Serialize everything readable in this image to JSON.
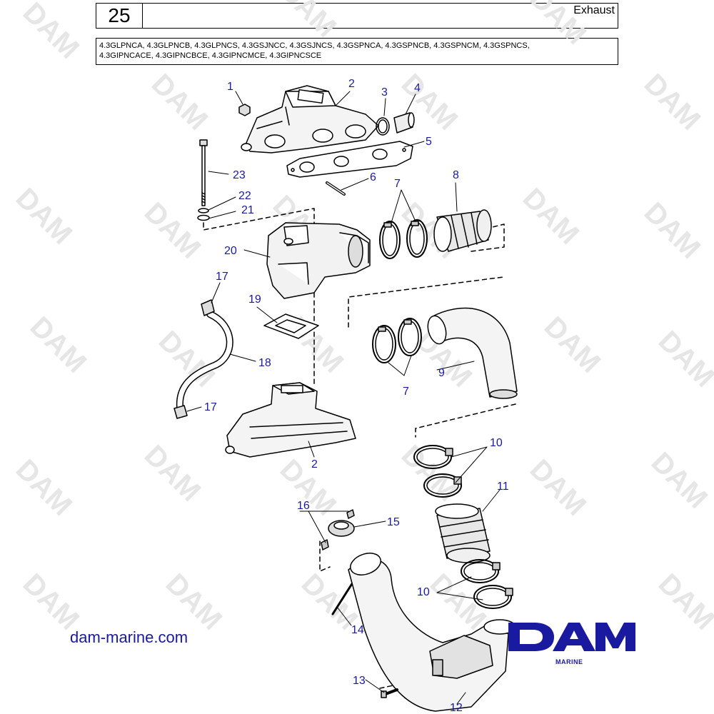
{
  "header": {
    "page_number": "25",
    "title": "Exhaust",
    "models_line1": "4.3GLPNCA, 4.3GLPNCB, 4.3GLPNCS, 4.3GSJNCC, 4.3GSJNCS, 4.3GSPNCA, 4.3GSPNCB, 4.3GSPNCM, 4.3GSPNCS,",
    "models_line2": "4.3GIPNCACE, 4.3GIPNCBCE, 4.3GIPNCMCE, 4.3GIPNCSCE"
  },
  "callouts": {
    "c1": "1",
    "c2a": "2",
    "c2b": "2",
    "c3": "3",
    "c4": "4",
    "c5": "5",
    "c6": "6",
    "c7a": "7",
    "c7b": "7",
    "c8": "8",
    "c9": "9",
    "c10a": "10",
    "c10b": "10",
    "c11": "11",
    "c12": "12",
    "c13": "13",
    "c14": "14",
    "c15": "15",
    "c16": "16",
    "c17a": "17",
    "c17b": "17",
    "c18": "18",
    "c19": "19",
    "c20": "20",
    "c21": "21",
    "c22": "22",
    "c23": "23"
  },
  "footer": {
    "website": "dam-marine.com",
    "logo_text": "DAM",
    "logo_subtext": "MARINE"
  },
  "watermark": "DAM",
  "colors": {
    "callout": "#1a1aa0",
    "logo": "#1a1aa0",
    "line": "#000000"
  }
}
